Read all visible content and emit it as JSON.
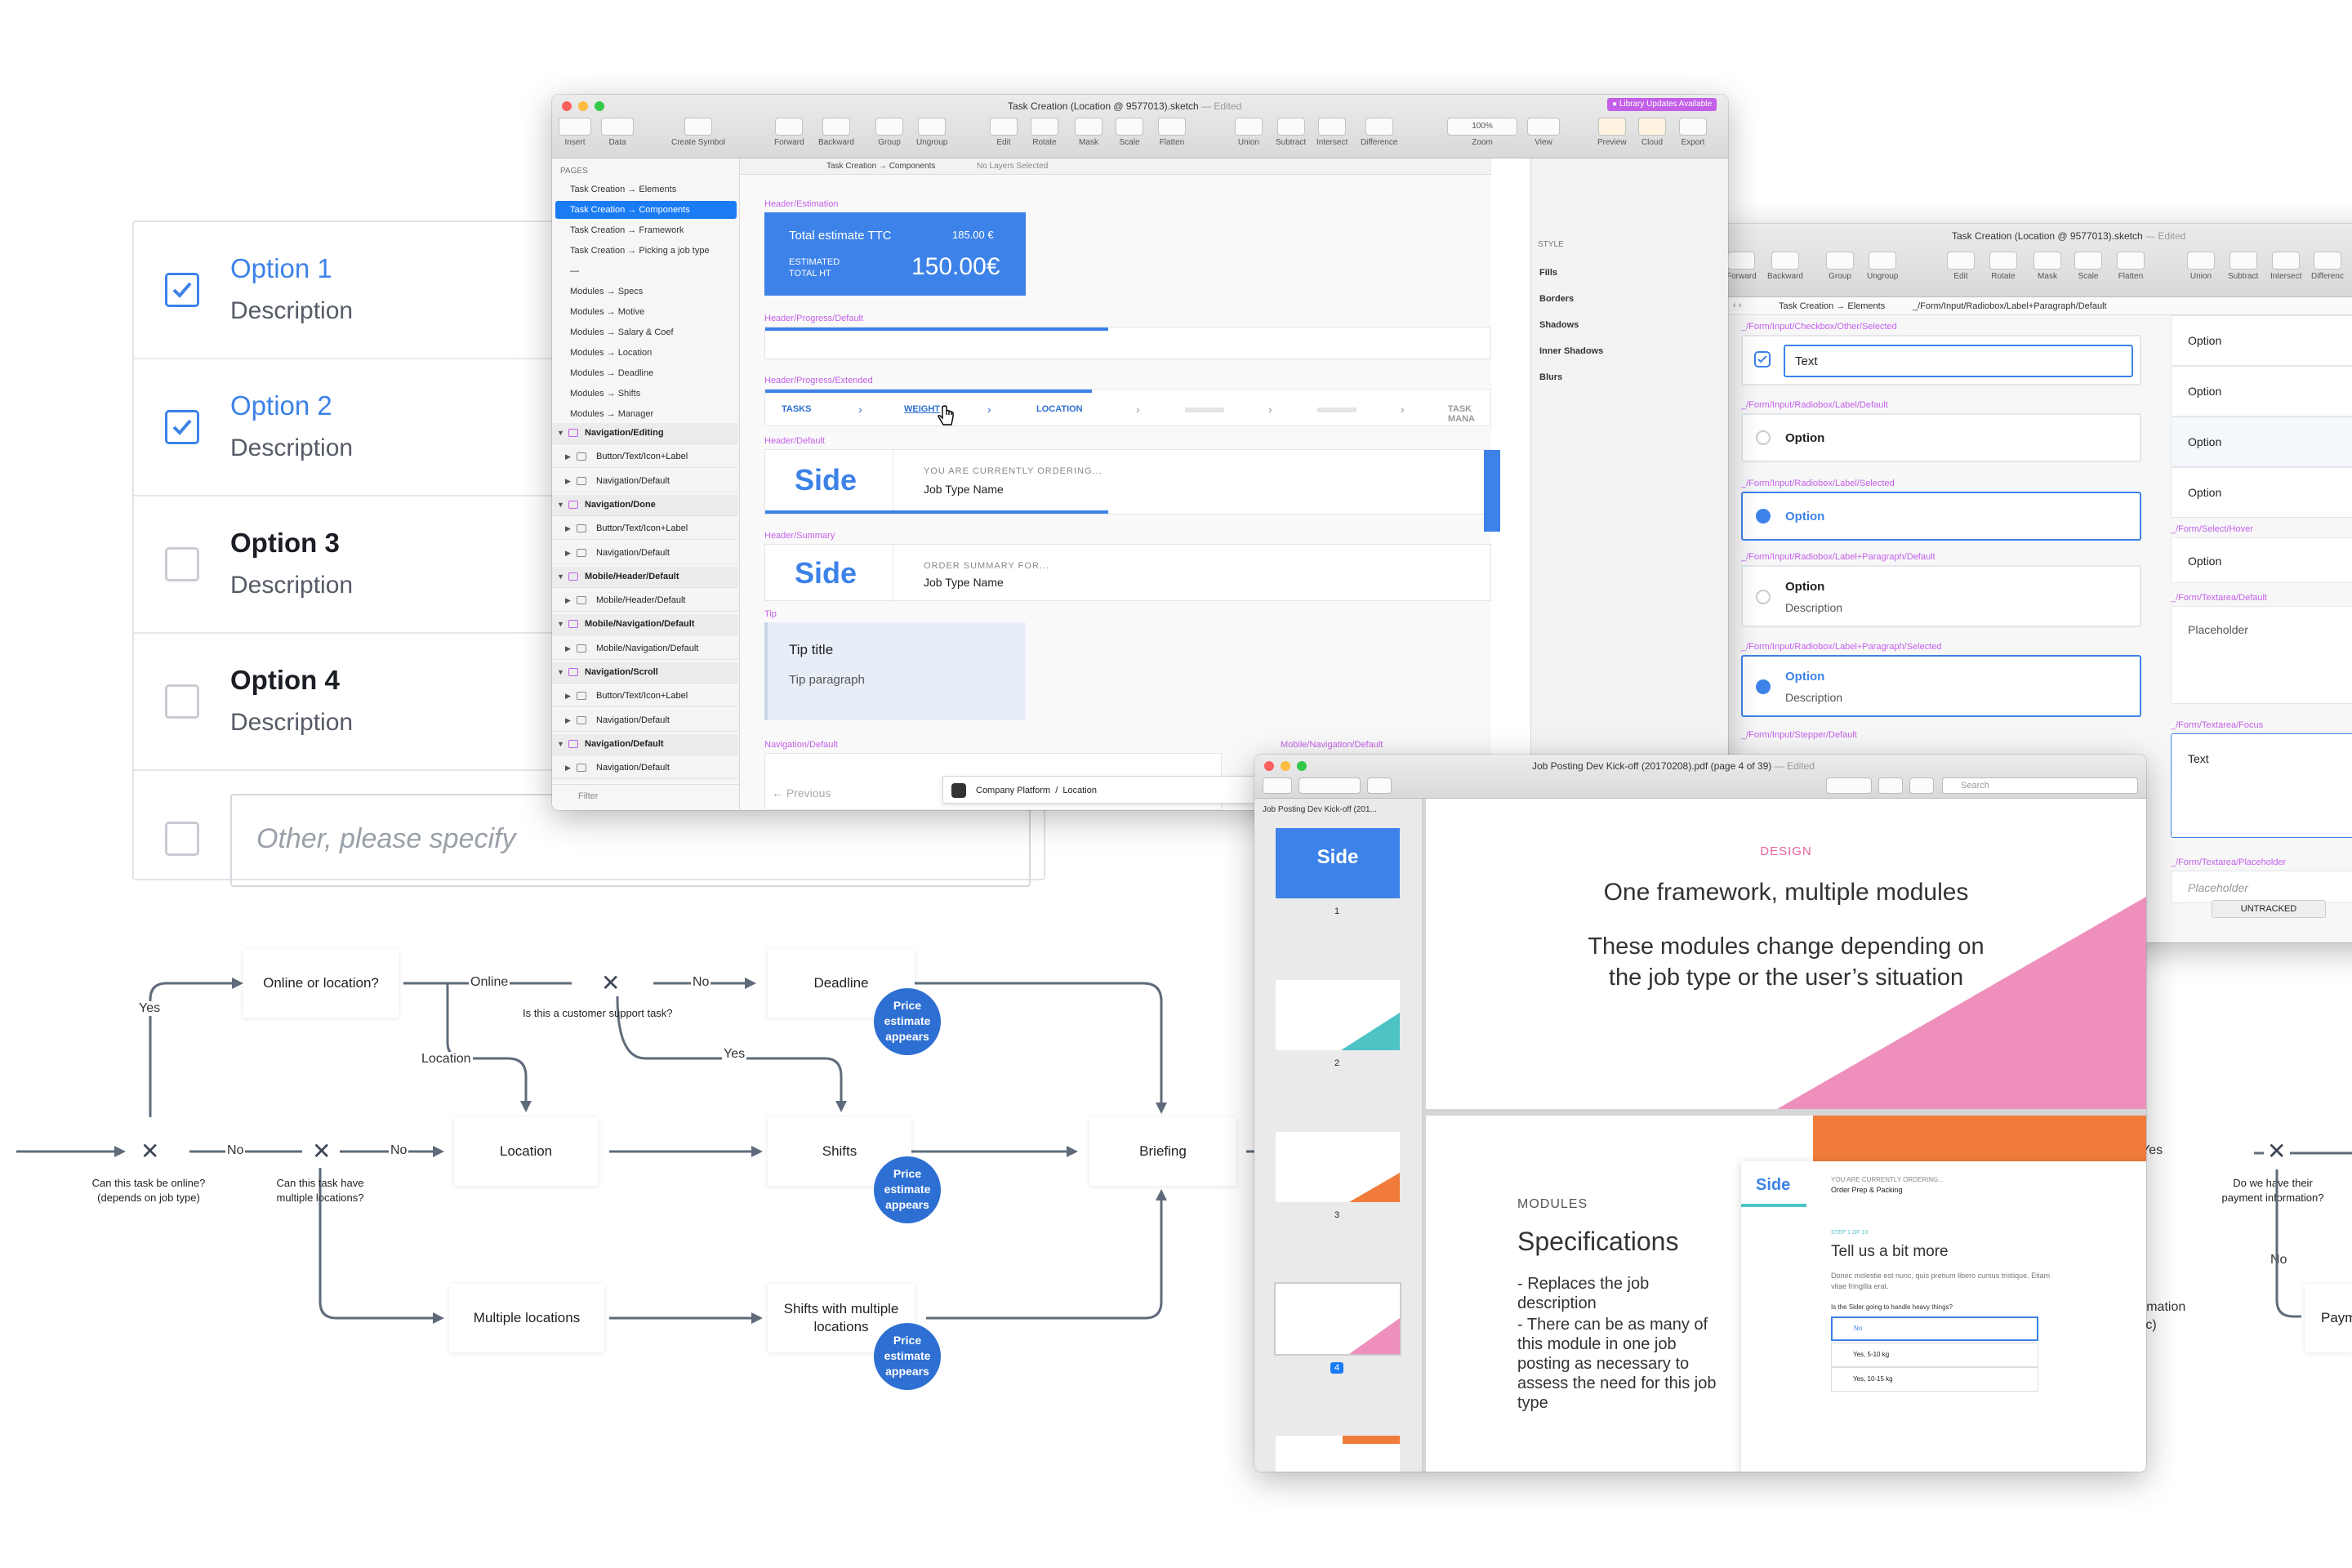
{
  "options_card": {
    "items": [
      {
        "title": "Option 1",
        "description": "Description",
        "checked": true
      },
      {
        "title": "Option 2",
        "description": "Description",
        "checked": true
      },
      {
        "title": "Option 3",
        "description": "Description",
        "checked": false
      },
      {
        "title": "Option 4",
        "description": "Description",
        "checked": false
      }
    ],
    "other_placeholder": "Other, please specify",
    "accent": "#3c82e8"
  },
  "flowchart": {
    "nodes": {
      "online_or_location": "Online or location?",
      "deadline": "Deadline",
      "location": "Location",
      "shifts": "Shifts",
      "briefing": "Briefing",
      "multiple_locations": "Multiple locations",
      "shifts_multiple": "Shifts with multiple locations"
    },
    "labels": {
      "yes1": "Yes",
      "online": "Online",
      "no1": "No",
      "location_branch": "Location",
      "yes2": "Yes",
      "no2": "No",
      "no3": "No",
      "yes_right": "Yes",
      "no_right": "No"
    },
    "questions": {
      "customer_support": "Is this a customer support task?",
      "online_q": "Can this task be online? (depends on job type)",
      "multiple_q": "Can this task have multiple locations?",
      "payment_q": "Do we have their payment information?"
    },
    "price_badge": "Price estimate appears",
    "partial_right_1": "ormation etc)",
    "partial_right_2": "Paym"
  },
  "sketch_window": {
    "title": "Task Creation (Location @ 9577013).sketch",
    "title_suffix": "— Edited",
    "library_badge": "● Library Updates Available",
    "toolbar": [
      "Insert",
      "Data",
      "Create Symbol",
      "Forward",
      "Backward",
      "Group",
      "Ungroup",
      "Edit",
      "Rotate",
      "Mask",
      "Scale",
      "Flatten",
      "Union",
      "Subtract",
      "Intersect",
      "Difference",
      "Zoom",
      "View",
      "Preview",
      "Cloud",
      "Export"
    ],
    "zoom": "100%",
    "breadcrumb": "Task Creation → Components",
    "no_layers": "No Layers Selected",
    "pages_label": "PAGES",
    "pages": [
      "Task Creation → Elements",
      "Task Creation → Components",
      "Task Creation → Framework",
      "Task Creation → Picking a job type",
      "—",
      "Modules → Specs",
      "Modules → Motive",
      "Modules → Salary & Coef",
      "Modules → Location",
      "Modules → Deadline",
      "Modules → Shifts",
      "Modules → Manager"
    ],
    "layers": [
      {
        "name": "Navigation/Editing",
        "group": true
      },
      {
        "name": "Button/Text/Icon+Label",
        "group": false
      },
      {
        "name": "Navigation/Default",
        "group": false
      },
      {
        "name": "Navigation/Done",
        "group": true
      },
      {
        "name": "Button/Text/Icon+Label",
        "group": false
      },
      {
        "name": "Navigation/Default",
        "group": false
      },
      {
        "name": "Mobile/Header/Default",
        "group": true
      },
      {
        "name": "Mobile/Header/Default",
        "group": false
      },
      {
        "name": "Mobile/Navigation/Default",
        "group": true
      },
      {
        "name": "Mobile/Navigation/Default",
        "group": false
      },
      {
        "name": "Navigation/Scroll",
        "group": true
      },
      {
        "name": "Button/Text/Icon+Label",
        "group": false
      },
      {
        "name": "Navigation/Default",
        "group": false
      },
      {
        "name": "Navigation/Default",
        "group": true
      },
      {
        "name": "Navigation/Default",
        "group": false
      }
    ],
    "filter": "Filter",
    "canvas": {
      "estimation_label": "Header/Estimation",
      "total_ttc_label": "Total estimate TTC",
      "total_ttc_value": "185.00 €",
      "estimated_label": "ESTIMATED TOTAL HT",
      "estimated_value": "150.00€",
      "progress_default": "Header/Progress/Default",
      "progress_extended": "Header/Progress/Extended",
      "steps": [
        "TASKS",
        "WEIGHT",
        "LOCATION",
        "TASK MANA"
      ],
      "header_default": "Header/Default",
      "brand": "Side",
      "ordering": "YOU ARE CURRENTLY ORDERING...",
      "job_type": "Job Type Name",
      "header_summary": "Header/Summary",
      "summary_for": "ORDER SUMMARY FOR...",
      "tip_label": "Tip",
      "tip_title": "Tip title",
      "tip_paragraph": "Tip paragraph",
      "nav_default": "Navigation/Default",
      "mobile_nav_default": "Mobile/Navigation/Default",
      "previous": "Previous",
      "company_platform": "Company Platform",
      "location_crumb": "Location"
    },
    "inspector": [
      "STYLE",
      "Fills",
      "Borders",
      "Shadows",
      "Inner Shadows",
      "Blurs"
    ]
  },
  "elements_window": {
    "title": "Task Creation (Location @ 9577013).sketch",
    "title_suffix": "— Edited",
    "toolbar": [
      "Forward",
      "Backward",
      "Group",
      "Ungroup",
      "Edit",
      "Rotate",
      "Mask",
      "Scale",
      "Flatten",
      "Union",
      "Subtract",
      "Intersect",
      "Differenc"
    ],
    "breadcrumb1": "Task Creation → Elements",
    "breadcrumb2": "_/Form/Input/Radiobox/Label+Paragraph/Default",
    "components": {
      "checkbox_label": "_/Form/Input/Checkbox/Other/Selected",
      "checkbox_text": "Text",
      "radio_default_label": "_/Form/Input/Radiobox/Label/Default",
      "radio_selected_label": "_/Form/Input/Radiobox/Label/Selected",
      "radio_para_default_label": "_/Form/Input/Radiobox/Label+Paragraph/Default",
      "radio_para_selected_label": "_/Form/Input/Radiobox/Label+Paragraph/Selected",
      "stepper_label": "_/Form/Input/Stepper/Default",
      "option": "Option",
      "description": "Description",
      "select_hover": "_/Form/Select/Hover",
      "textarea_default": "_/Form/Textarea/Default",
      "textarea_focus": "_/Form/Textarea/Focus",
      "textarea_placeholder": "_/Form/Textarea/Placeholder",
      "placeholder": "Placeholder",
      "text": "Text",
      "untracked": "UNTRACKED"
    }
  },
  "pdf_window": {
    "title": "Job Posting Dev Kick-off (20170208).pdf (page 4 of 39)",
    "title_suffix": "— Edited",
    "search_placeholder": "Search",
    "sidebar_title": "Job Posting Dev Kick-off (201...",
    "thumbs": [
      "1",
      "2",
      "3",
      "4"
    ],
    "slide1": {
      "kicker": "DESIGN",
      "heading": "One framework, multiple modules",
      "body": "These modules change depending on the job type or the user’s situation"
    },
    "slide2": {
      "kicker": "MODULES",
      "heading": "Specifications",
      "bullets": [
        "Replaces the job description",
        "There can be as many of this module in one job posting as necessary to assess the need for this job type"
      ],
      "mock_brand": "Side",
      "mock_ordering": "YOU ARE CURRENTLY ORDERING...",
      "mock_job": "Order Prep & Packing",
      "mock_step": "STEP 1 OF 10",
      "mock_heading": "Tell us a bit more",
      "mock_body": "Donec molestie est nunc, quis pretium libero cursus tristique. Etiam vitae fringilla erat.",
      "mock_question": "Is the Sider going to handle heavy things?",
      "mock_options": [
        "No",
        "Yes, 5-10 kg",
        "Yes, 10-15 kg"
      ]
    }
  }
}
